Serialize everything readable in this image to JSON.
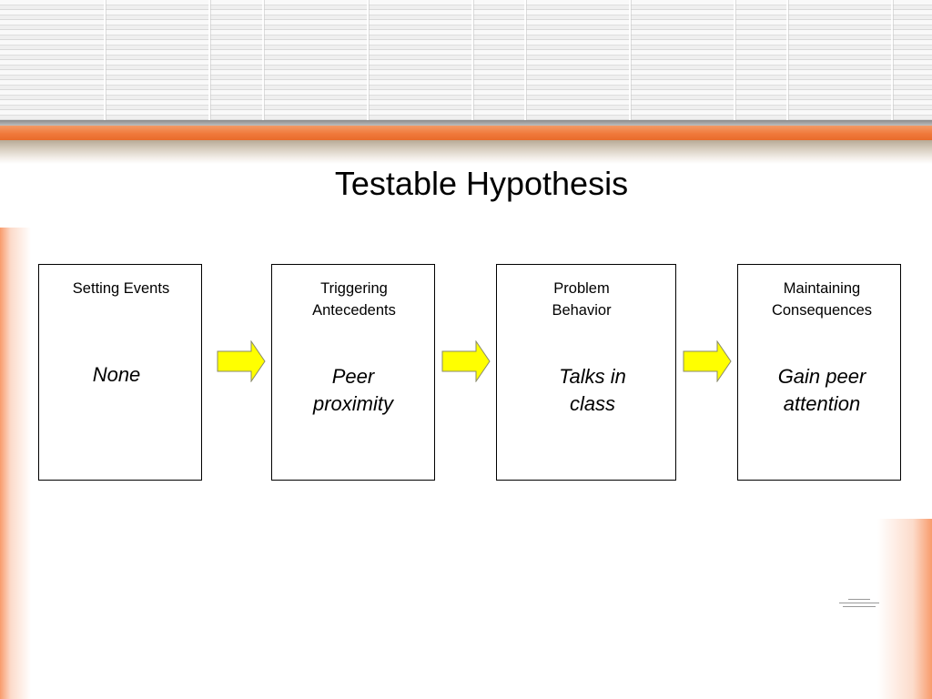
{
  "slide": {
    "title": "Testable Hypothesis"
  },
  "flow": {
    "steps": [
      {
        "label": "Setting Events",
        "value": "None"
      },
      {
        "label": "Triggering\nAntecedents",
        "value": "Peer\nproximity"
      },
      {
        "label": "Problem\nBehavior",
        "value": "Talks in\nclass"
      },
      {
        "label": "Maintaining\nConsequences",
        "value": "Gain peer\nattention"
      }
    ]
  },
  "colors": {
    "arrow_fill": "#ffff00",
    "accent_band": "#f07a3c"
  }
}
